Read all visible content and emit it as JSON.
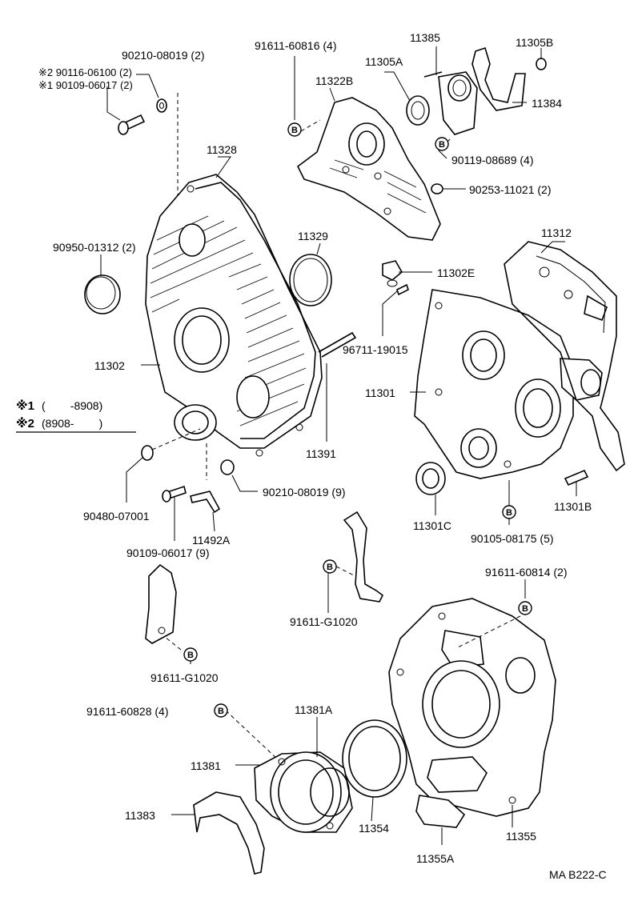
{
  "diagram_code": "MA B222-C",
  "bolt_marker": "B",
  "legend": {
    "mark1": "※1",
    "mark1_range": "(        -8908)",
    "mark2": "※2",
    "mark2_range": "(8908-        )"
  },
  "labels": {
    "p90210_08019_2": "90210-08019 (2)",
    "p90116_06100_2": "※2 90116-06100 (2)",
    "p90109_06017_2": "※1 90109-06017 (2)",
    "p91611_60816_4": "91611-60816 (4)",
    "p11385": "11385",
    "p11305B": "11305B",
    "p11305A": "11305A",
    "p11322B": "11322B",
    "p11384": "11384",
    "p11328": "11328",
    "p90119_08689_4": "90119-08689 (4)",
    "p90253_11021_2": "90253-11021 (2)",
    "p90950_01312_2": "90950-01312 (2)",
    "p11329": "11329",
    "p11312": "11312",
    "p11302E": "11302E",
    "p96711_19015": "96711-19015",
    "p11302": "11302",
    "p11301": "11301",
    "p11391": "11391",
    "p90480_07001": "90480-07001",
    "p90210_08019_9": "90210-08019 (9)",
    "p11301C": "11301C",
    "p11301B": "11301B",
    "p11492A": "11492A",
    "p90105_08175_5": "90105-08175 (5)",
    "p90109_06017_9": "90109-06017 (9)",
    "p91611_60814_2": "91611-60814 (2)",
    "p91611_G1020_a": "91611-G1020",
    "p91611_G1020_b": "91611-G1020",
    "p91611_60828_4": "91611-60828 (4)",
    "p11381A": "11381A",
    "p11381": "11381",
    "p11383": "11383",
    "p11354": "11354",
    "p11355": "11355",
    "p11355A": "11355A"
  }
}
